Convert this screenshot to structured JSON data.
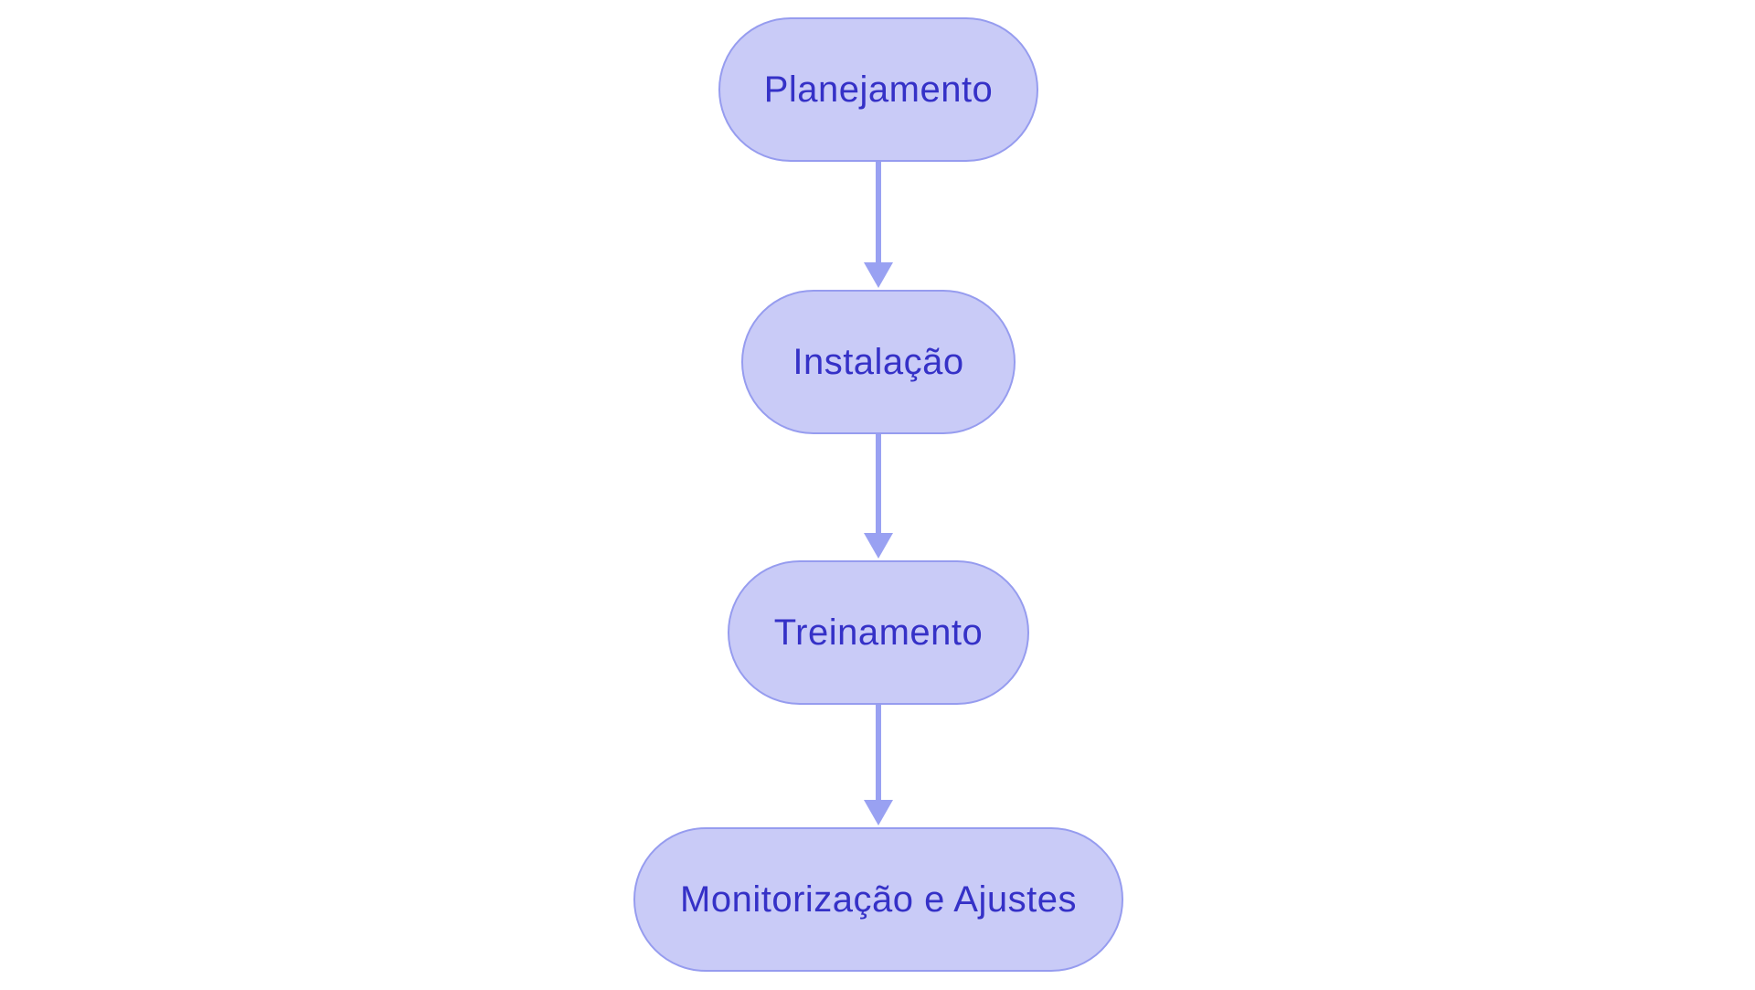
{
  "diagram": {
    "type": "flowchart",
    "direction": "top-down",
    "nodes": [
      {
        "id": "planejamento",
        "label": "Planejamento"
      },
      {
        "id": "instalacao",
        "label": "Instalação"
      },
      {
        "id": "treinamento",
        "label": "Treinamento"
      },
      {
        "id": "monitorizacao-e-ajustes",
        "label": "Monitorização e Ajustes"
      }
    ],
    "edges": [
      {
        "from": "planejamento",
        "to": "instalacao"
      },
      {
        "from": "instalacao",
        "to": "treinamento"
      },
      {
        "from": "treinamento",
        "to": "monitorizacao-e-ajustes"
      }
    ],
    "colors": {
      "background": "#ffffff",
      "node_fill": "#c9cbf7",
      "node_border": "#969cef",
      "node_text": "#3531c7",
      "arrow": "#99a1f2"
    }
  }
}
